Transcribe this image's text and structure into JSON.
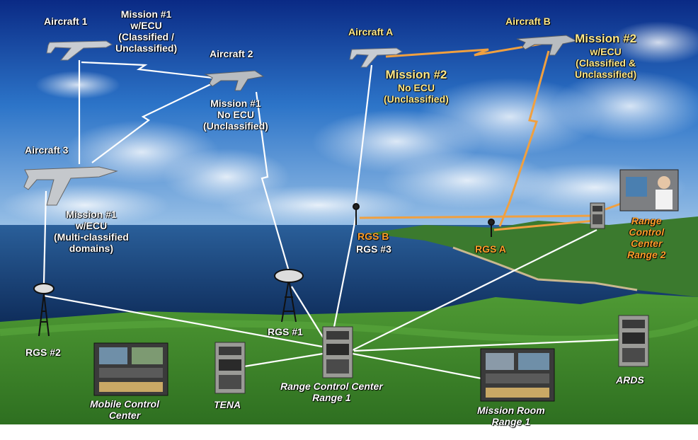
{
  "aircraft": {
    "a1": "Aircraft 1",
    "a2": "Aircraft 2",
    "a3": "Aircraft 3",
    "aa": "Aircraft A",
    "ab": "Aircraft B"
  },
  "missions": {
    "m1_a1": [
      "Mission #1",
      "w/ECU",
      "(Classified /",
      "Unclassified)"
    ],
    "m1_a2": [
      "Mission #1",
      "No ECU",
      "(Unclassified)"
    ],
    "m1_a3": [
      "Mission #1",
      "w/ECU",
      "(Multi-classified",
      "domains)"
    ],
    "m2_aa": [
      "Mission #2",
      "No ECU",
      "(Unclassified)"
    ],
    "m2_ab": [
      "Mission #2",
      "w/ECU",
      "(Classified &",
      "Unclassified)"
    ]
  },
  "ground_stations": {
    "rgs1": "RGS #1",
    "rgs2": "RGS #2",
    "rgsb": "RGS B",
    "rgs3": "RGS #3",
    "rgsa": "RGS A"
  },
  "facilities": {
    "rcc1": [
      "Range Control Center",
      "Range 1"
    ],
    "rcc2": [
      "Range",
      "Control",
      "Center",
      "Range 2"
    ],
    "mcc": [
      "Mobile Control",
      "Center"
    ],
    "tena": "TENA",
    "mission_room": [
      "Mission Room",
      "Range 1"
    ],
    "ards": "ARDS"
  },
  "colors": {
    "sky_top": "#0b2f8c",
    "sea": "#123a70",
    "grass": "#3f8a2c",
    "white_link": "#ffffff",
    "orange_link": "#f0a040"
  }
}
